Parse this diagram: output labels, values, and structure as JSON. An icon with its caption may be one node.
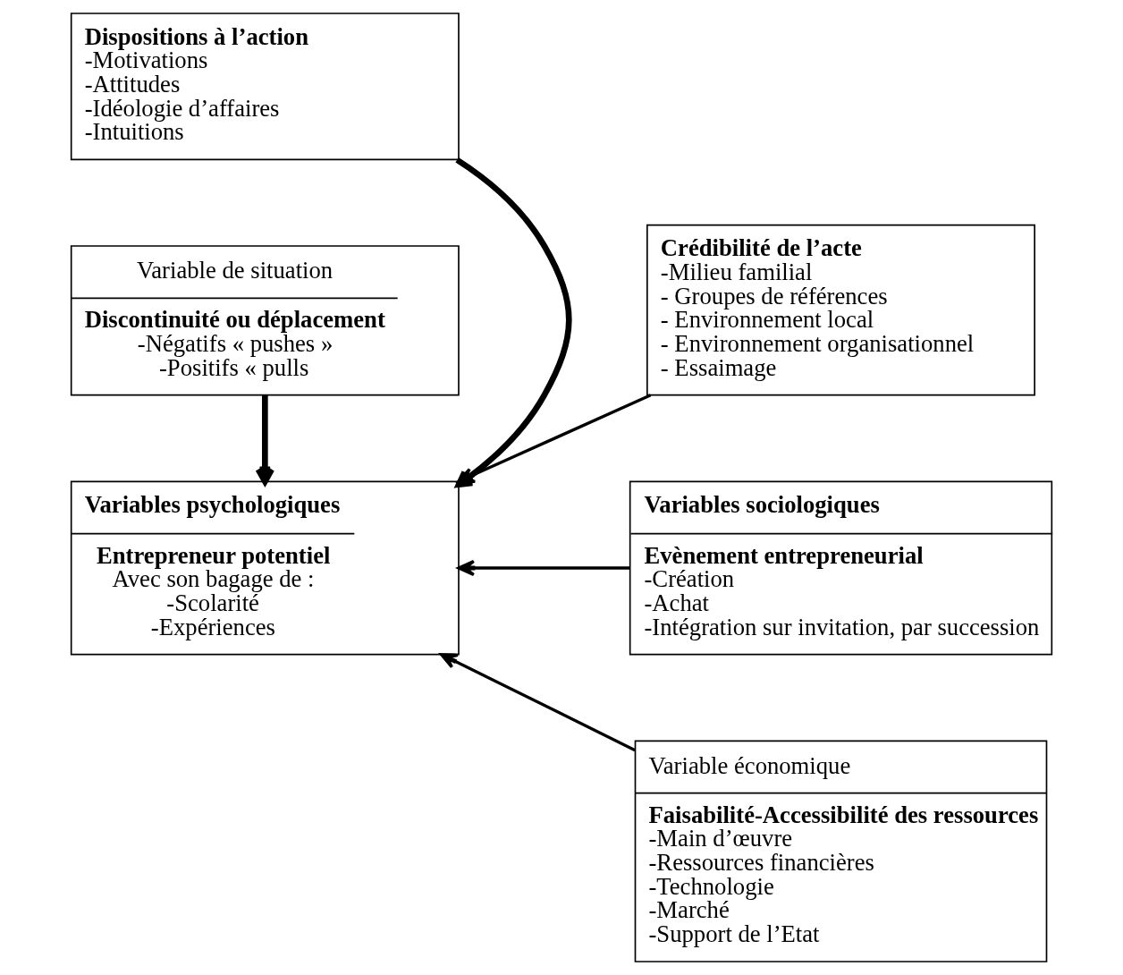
{
  "diagram": {
    "nodes": [
      {
        "text": [
          "Dispositions à l’action",
          "-Motivations",
          "-Attitudes",
          "-Idéologie d’affaires",
          "-Intuitions"
        ]
      },
      {
        "text": [
          "Crédibilité de l’acte",
          "-Milieu familial",
          "- Groupes de références",
          "- Environnement local",
          "- Environnement organisationnel",
          "- Essaimage"
        ]
      },
      {
        "text": [
          "Variables psychologiques",
          "Entrepreneur potentiel",
          "Avec son bagage de :",
          "-Scolarité",
          "-Expériences"
        ]
      },
      {
        "text": [
          "Variables sociologiques",
          "Evènement entrepreneurial",
          "-Création",
          "-Achat",
          "-Intégration sur invitation, par succession"
        ]
      },
      {
        "text": [
          "Variable de situation",
          "Discontinuité ou déplacement",
          "-Négatifs « pushes »",
          "-Positifs « pulls"
        ]
      },
      {
        "text": [
          "Variable économique",
          "Faisabilité-Accessibilité des ressources",
          "-Main d’œuvre",
          "-Ressources financières",
          "-Technologie",
          "-Marché",
          "-Support de l’Etat"
        ]
      }
    ],
    "edges": [
      {
        "from": 0,
        "to": 2,
        "arrow": "to",
        "style": "thick"
      },
      {
        "from": 1,
        "to": 2,
        "arrow": "to"
      },
      {
        "from": 3,
        "to": 2,
        "arrow": "to"
      },
      {
        "from": 4,
        "to": 2,
        "arrow": "to",
        "style": "thick"
      },
      {
        "from": 5,
        "to": 2,
        "arrow": "to"
      }
    ]
  }
}
